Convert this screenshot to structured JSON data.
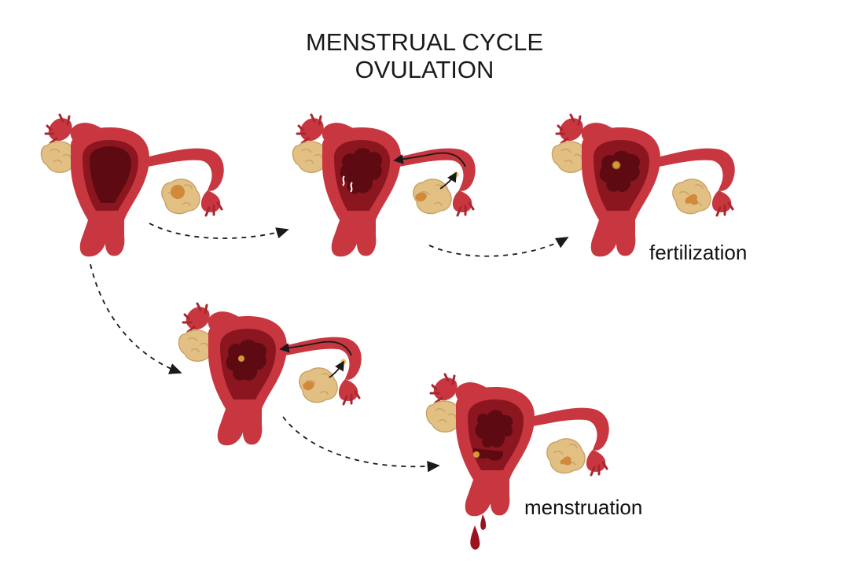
{
  "title": {
    "line1": "MENSTRUAL CYCLE",
    "line2": "OVULATION"
  },
  "labels": {
    "fertilization": "fertilization",
    "menstruation": "menstruation"
  },
  "colors": {
    "uterus": "#c8373f",
    "uterus_dark": "#a8262f",
    "lining": "#8c1620",
    "cavity": "#5e0a12",
    "ovary": "#e2c083",
    "ovary_spot": "#d28a3a",
    "blood": "#9b111e",
    "arrow": "#1a1a1a"
  }
}
